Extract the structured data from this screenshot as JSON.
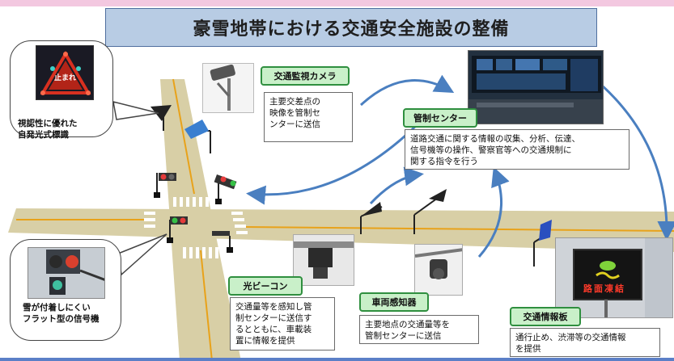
{
  "title": "豪雪地帯における交通安全施設の整備",
  "self_lit_sign": {
    "sign_text": "止まれ",
    "caption_lines": [
      "視認性に優れた",
      "自発光式標識"
    ]
  },
  "flat_signal": {
    "caption_lines": [
      "雪が付着しにくい",
      "フラット型の信号機"
    ]
  },
  "camera": {
    "label": "交通監視カメラ",
    "desc_lines": [
      "主要交差点の",
      "映像を管制セ",
      "ンターに送信"
    ]
  },
  "control_center": {
    "label": "管制センター",
    "desc_lines": [
      "道路交通に関する情報の収集、分析、伝達、",
      "信号機等の操作、警察官等への交通規制に",
      "関する指令を行う"
    ]
  },
  "beacon": {
    "label": "光ビーコン",
    "desc_lines": [
      "交通量等を感知し管",
      "制センターに送信す",
      "るとともに、車載装",
      "置に情報を提供"
    ]
  },
  "vehicle_detector": {
    "label": "車両感知器",
    "desc_lines": [
      "主要地点の交通量等を",
      "管制センターに送信"
    ]
  },
  "info_board": {
    "label": "交通情報板",
    "board_text": "路面凍結",
    "desc_lines": [
      "通行止め、渋滞等の交通情報",
      "を提供"
    ]
  },
  "colors": {
    "road": "#d8cfa6",
    "center_line": "#e8a21a",
    "tag_fill": "#c9f0c9",
    "tag_border": "#2f8f3f",
    "title_fill": "#b8cce4",
    "arrow": "#4a7fc0"
  }
}
